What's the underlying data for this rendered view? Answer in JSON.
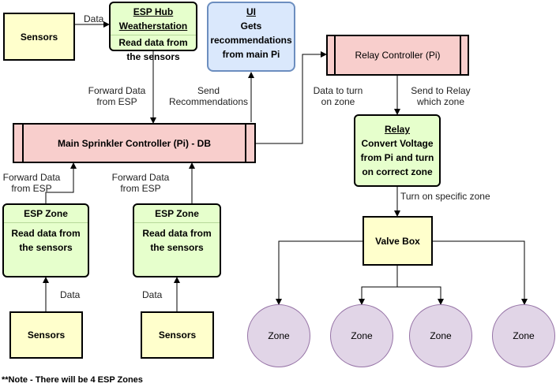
{
  "nodes": {
    "sensors_top": "Sensors",
    "esp_hub_title1": "ESP Hub",
    "esp_hub_title2": "Weatherstation",
    "esp_hub_body": "Read data from the sensors",
    "ui_title": "UI",
    "ui_body": "Gets recommendations from main Pi",
    "relay_controller": "Relay Controller (Pi)",
    "main_controller": "Main Sprinkler Controller (Pi) - DB",
    "relay_title": "Relay",
    "relay_body": "Convert Voltage from Pi and turn on correct zone",
    "esp_zone1_title": "ESP Zone",
    "esp_zone1_body": "Read data from the sensors",
    "esp_zone2_title": "ESP Zone",
    "esp_zone2_body": "Read data from the sensors",
    "sensors_bottom1": "Sensors",
    "sensors_bottom2": "Sensors",
    "valve_box": "Valve Box",
    "zones": [
      "Zone",
      "Zone",
      "Zone",
      "Zone"
    ]
  },
  "edges": {
    "data_top": "Data",
    "forward_from_hub": "Forward Data from ESP",
    "send_recommendations": "Send Recommendations",
    "data_turn_on_zone": "Data to turn on zone",
    "send_to_relay": "Send to Relay which zone",
    "forward_zone1": "Forward Data from ESP",
    "forward_zone2": "Forward Data from ESP",
    "turn_on_specific": "Turn on specific zone",
    "data_bottom1": "Data",
    "data_bottom2": "Data"
  },
  "note": "**Note - There will be 4 ESP Zones"
}
